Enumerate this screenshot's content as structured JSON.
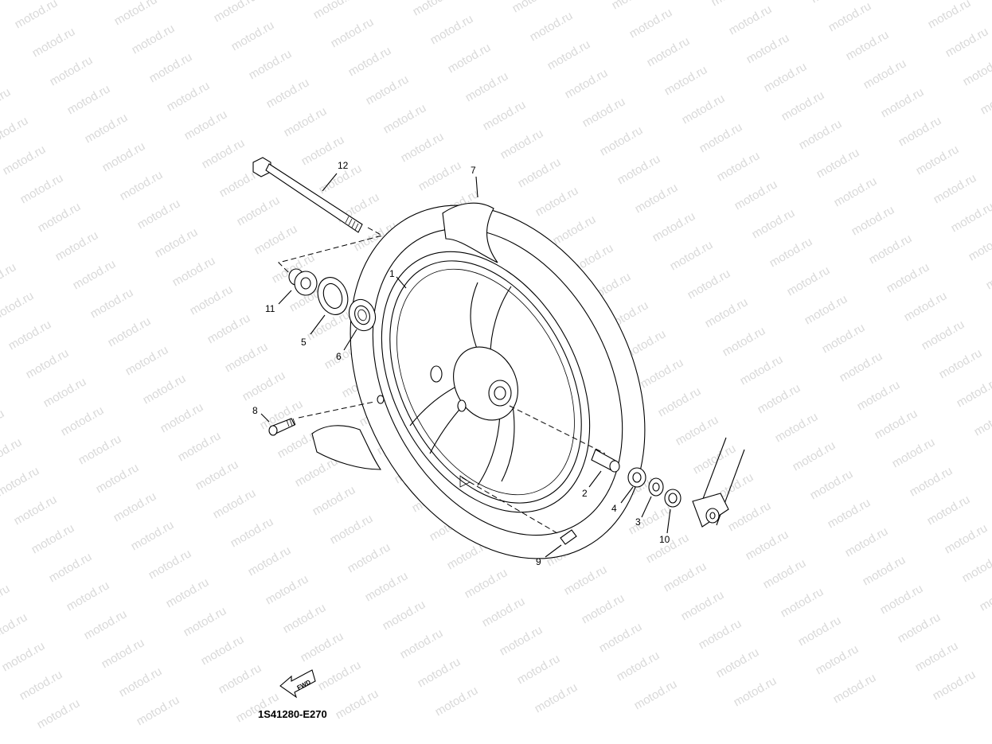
{
  "watermark": {
    "text": "motod.ru"
  },
  "diagram_code": "1S41280-E270",
  "fwd_label": "FWD",
  "callouts": {
    "c1": "1",
    "c2": "2",
    "c3": "3",
    "c4": "4",
    "c5": "5",
    "c6": "6",
    "c7": "7",
    "c8": "8",
    "c9": "9",
    "c10": "10",
    "c11": "11",
    "c12": "12"
  }
}
